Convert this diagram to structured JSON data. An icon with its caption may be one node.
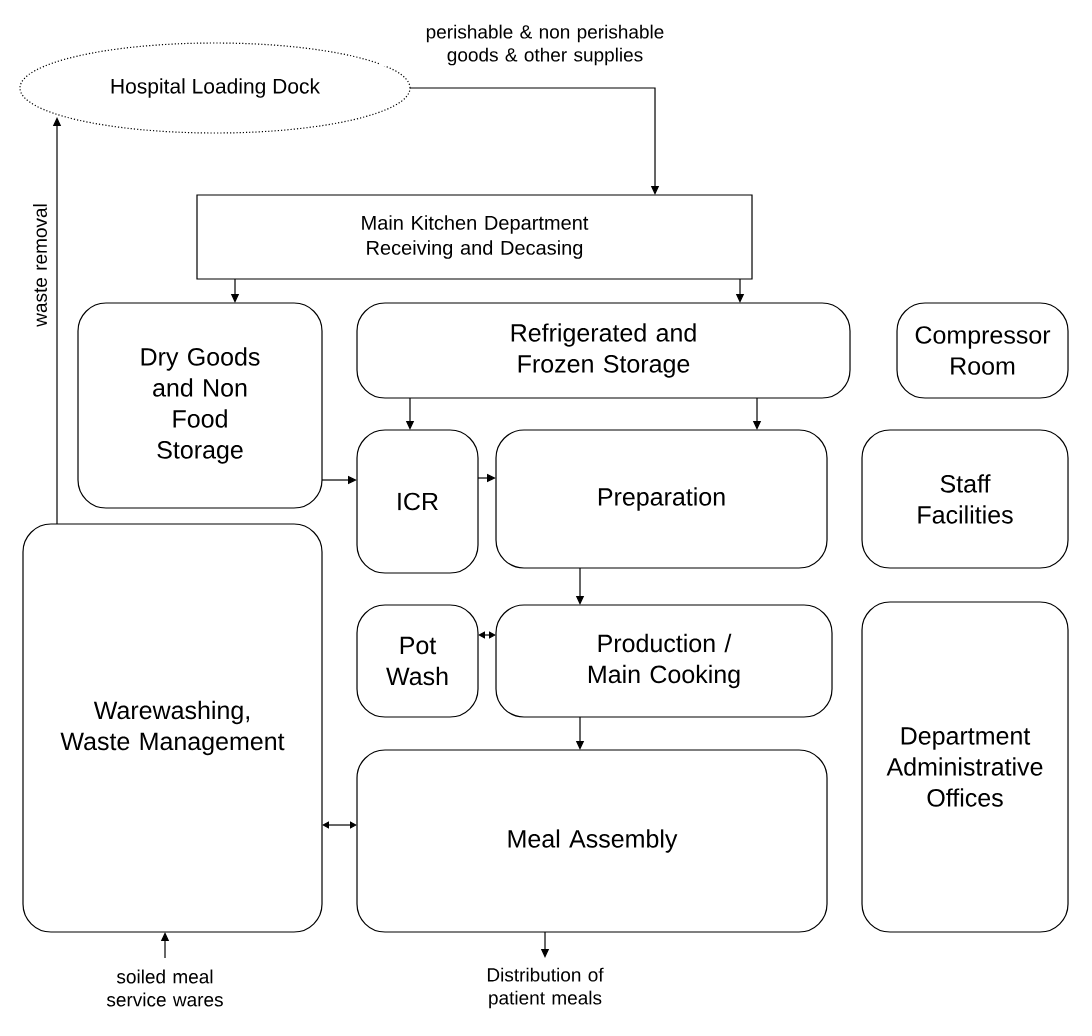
{
  "diagram": {
    "nodes": [
      {
        "text": [
          "Hospital Loading Dock"
        ]
      },
      {
        "text": [
          "Main Kitchen Department Receiving and Decasing"
        ]
      },
      {
        "text": [
          "Dry Goods and Non Food Storage"
        ]
      },
      {
        "text": [
          "Refrigerated and Frozen Storage"
        ]
      },
      {
        "text": [
          "Compressor Room"
        ]
      },
      {
        "text": [
          "ICR"
        ]
      },
      {
        "text": [
          "Preparation"
        ]
      },
      {
        "text": [
          "Staff Facilities"
        ]
      },
      {
        "text": [
          "Warewashing, Waste Management"
        ]
      },
      {
        "text": [
          "Pot Wash"
        ]
      },
      {
        "text": [
          "Production / Main Cooking"
        ]
      },
      {
        "text": [
          "Department Administrative Offices"
        ]
      },
      {
        "text": [
          "Meal Assembly"
        ]
      },
      {
        "text": [
          "soiled meal service wares"
        ]
      },
      {
        "text": [
          "Distribution of patient meals"
        ]
      }
    ],
    "edges": [
      {
        "from": 0,
        "to": 1,
        "arrow": "to",
        "label": "perishable & non perishable goods & other supplies"
      },
      {
        "from": 1,
        "to": 2,
        "arrow": "to"
      },
      {
        "from": 1,
        "to": 3,
        "arrow": "to"
      },
      {
        "from": 3,
        "to": 5,
        "arrow": "to"
      },
      {
        "from": 3,
        "to": 6,
        "arrow": "to"
      },
      {
        "from": 2,
        "to": 5,
        "arrow": "to"
      },
      {
        "from": 5,
        "to": 6,
        "arrow": "to"
      },
      {
        "from": 6,
        "to": 10,
        "arrow": "to"
      },
      {
        "from": 9,
        "to": 10,
        "arrow": "both"
      },
      {
        "from": 10,
        "to": 12,
        "arrow": "to"
      },
      {
        "from": 8,
        "to": 12,
        "arrow": "both"
      },
      {
        "from": 12,
        "to": 14,
        "arrow": "to"
      },
      {
        "from": 13,
        "to": 8,
        "arrow": "to"
      },
      {
        "from": 8,
        "to": 0,
        "arrow": "to",
        "label": "waste removal"
      }
    ]
  }
}
